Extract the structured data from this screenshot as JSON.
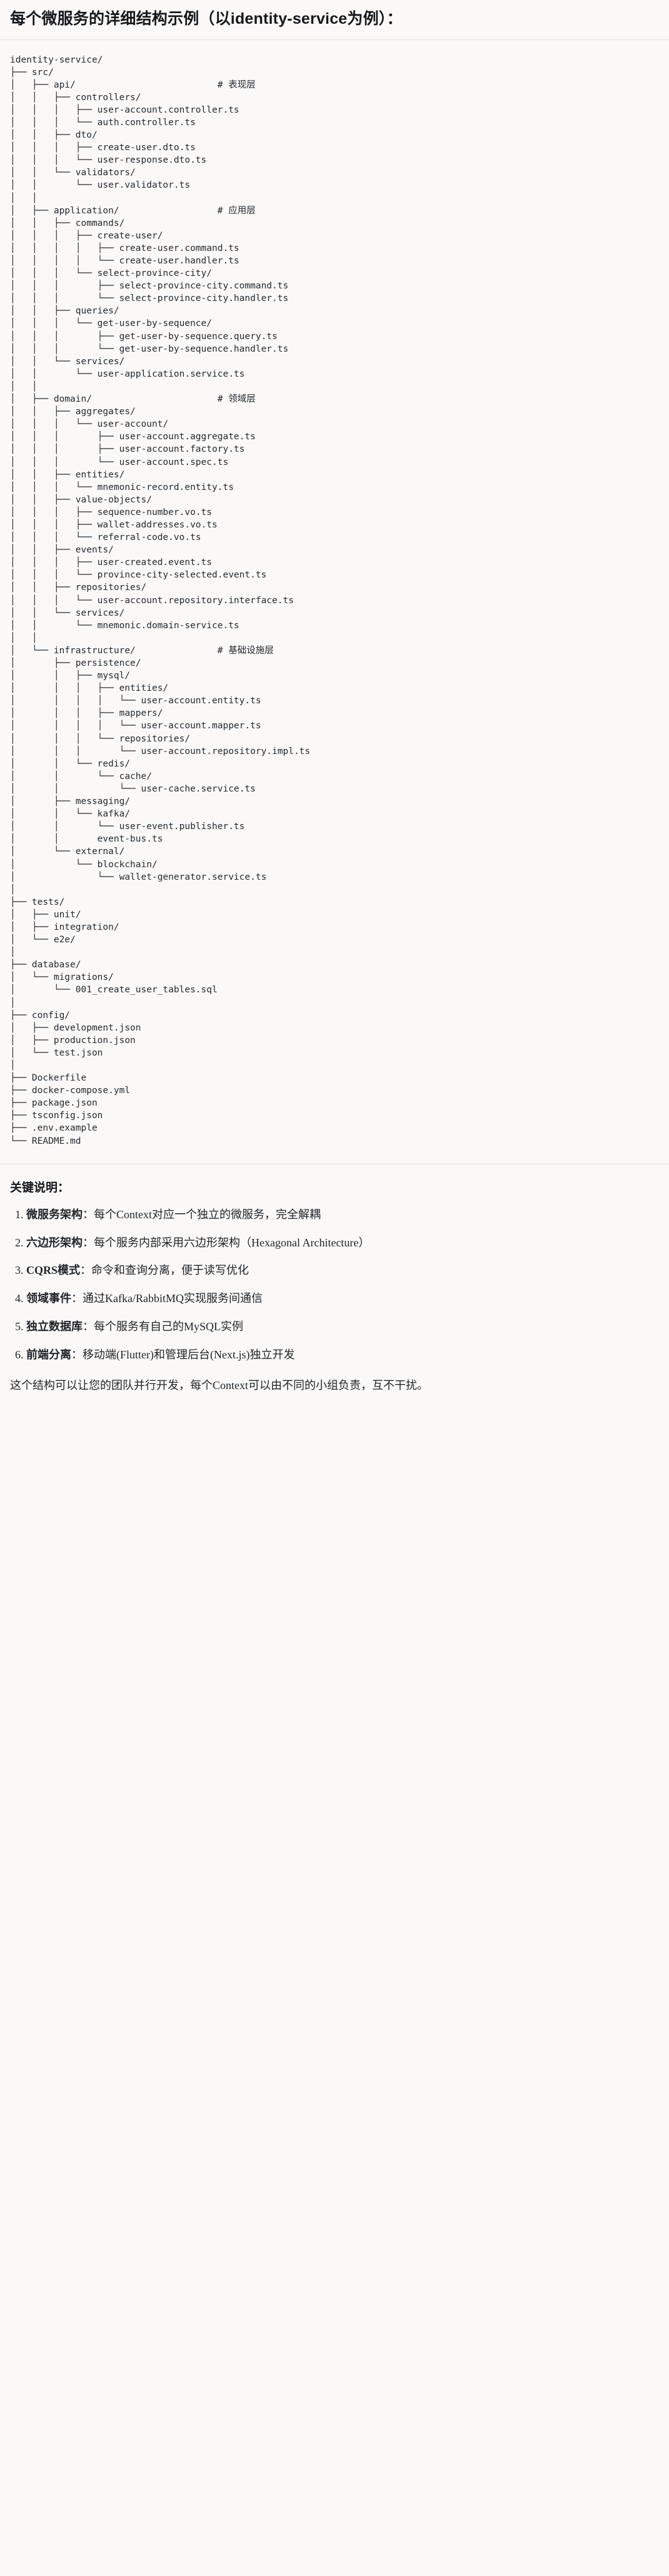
{
  "document": {
    "title": "每个微服务的详细结构示例（以identity-service为例）："
  },
  "tree": {
    "root_label": "identity-service/",
    "comments": {
      "api": "# 表现层",
      "application": "# 应用层",
      "domain": "# 领域层",
      "infrastructure": "# 基础设施层"
    },
    "text": "identity-service/\n├── src/\n│   ├── api/                          # 表现层\n│   │   ├── controllers/\n│   │   │   ├── user-account.controller.ts\n│   │   │   └── auth.controller.ts\n│   │   ├── dto/\n│   │   │   ├── create-user.dto.ts\n│   │   │   └── user-response.dto.ts\n│   │   └── validators/\n│   │       └── user.validator.ts\n│   │\n│   ├── application/                  # 应用层\n│   │   ├── commands/\n│   │   │   ├── create-user/\n│   │   │   │   ├── create-user.command.ts\n│   │   │   │   └── create-user.handler.ts\n│   │   │   └── select-province-city/\n│   │   │       ├── select-province-city.command.ts\n│   │   │       └── select-province-city.handler.ts\n│   │   ├── queries/\n│   │   │   └── get-user-by-sequence/\n│   │   │       ├── get-user-by-sequence.query.ts\n│   │   │       └── get-user-by-sequence.handler.ts\n│   │   └── services/\n│   │       └── user-application.service.ts\n│   │\n│   ├── domain/                       # 领域层\n│   │   ├── aggregates/\n│   │   │   └── user-account/\n│   │   │       ├── user-account.aggregate.ts\n│   │   │       ├── user-account.factory.ts\n│   │   │       └── user-account.spec.ts\n│   │   ├── entities/\n│   │   │   └── mnemonic-record.entity.ts\n│   │   ├── value-objects/\n│   │   │   ├── sequence-number.vo.ts\n│   │   │   ├── wallet-addresses.vo.ts\n│   │   │   └── referral-code.vo.ts\n│   │   ├── events/\n│   │   │   ├── user-created.event.ts\n│   │   │   └── province-city-selected.event.ts\n│   │   ├── repositories/\n│   │   │   └── user-account.repository.interface.ts\n│   │   └── services/\n│   │       └── mnemonic.domain-service.ts\n│   │\n│   └── infrastructure/               # 基础设施层\n│       ├── persistence/\n│       │   ├── mysql/\n│       │   │   ├── entities/\n│       │   │   │   └── user-account.entity.ts\n│       │   │   ├── mappers/\n│       │   │   │   └── user-account.mapper.ts\n│       │   │   └── repositories/\n│       │   │       └── user-account.repository.impl.ts\n│       │   └── redis/\n│       │       └── cache/\n│       │           └── user-cache.service.ts\n│       ├── messaging/\n│       │   └── kafka/\n│       │       └── user-event.publisher.ts\n│       │       event-bus.ts\n│       └── external/\n│           └── blockchain/\n│               └── wallet-generator.service.ts\n│\n├── tests/\n│   ├── unit/\n│   ├── integration/\n│   └── e2e/\n│\n├── database/\n│   └── migrations/\n│       └── 001_create_user_tables.sql\n│\n├── config/\n│   ├── development.json\n│   ├── production.json\n│   └── test.json\n│\n├── Dockerfile\n├── docker-compose.yml\n├── package.json\n├── tsconfig.json\n├── .env.example\n└── README.md"
  },
  "notes": {
    "heading": "关键说明：",
    "items": [
      {
        "term": "微服务架构",
        "sep": "：",
        "desc": "每个Context对应一个独立的微服务，完全解耦"
      },
      {
        "term": "六边形架构",
        "sep": "：",
        "desc": "每个服务内部采用六边形架构（Hexagonal Architecture）"
      },
      {
        "term": "CQRS模式",
        "sep": "：",
        "desc": "命令和查询分离，便于读写优化"
      },
      {
        "term": "领域事件",
        "sep": "：",
        "desc": "通过Kafka/RabbitMQ实现服务间通信"
      },
      {
        "term": "独立数据库",
        "sep": "：",
        "desc": "每个服务有自己的MySQL实例"
      },
      {
        "term": "前端分离",
        "sep": "：",
        "desc": "移动端(Flutter)和管理后台(Next.js)独立开发"
      }
    ],
    "closing": "这个结构可以让您的团队并行开发，每个Context可以由不同的小组负责，互不干扰。"
  }
}
